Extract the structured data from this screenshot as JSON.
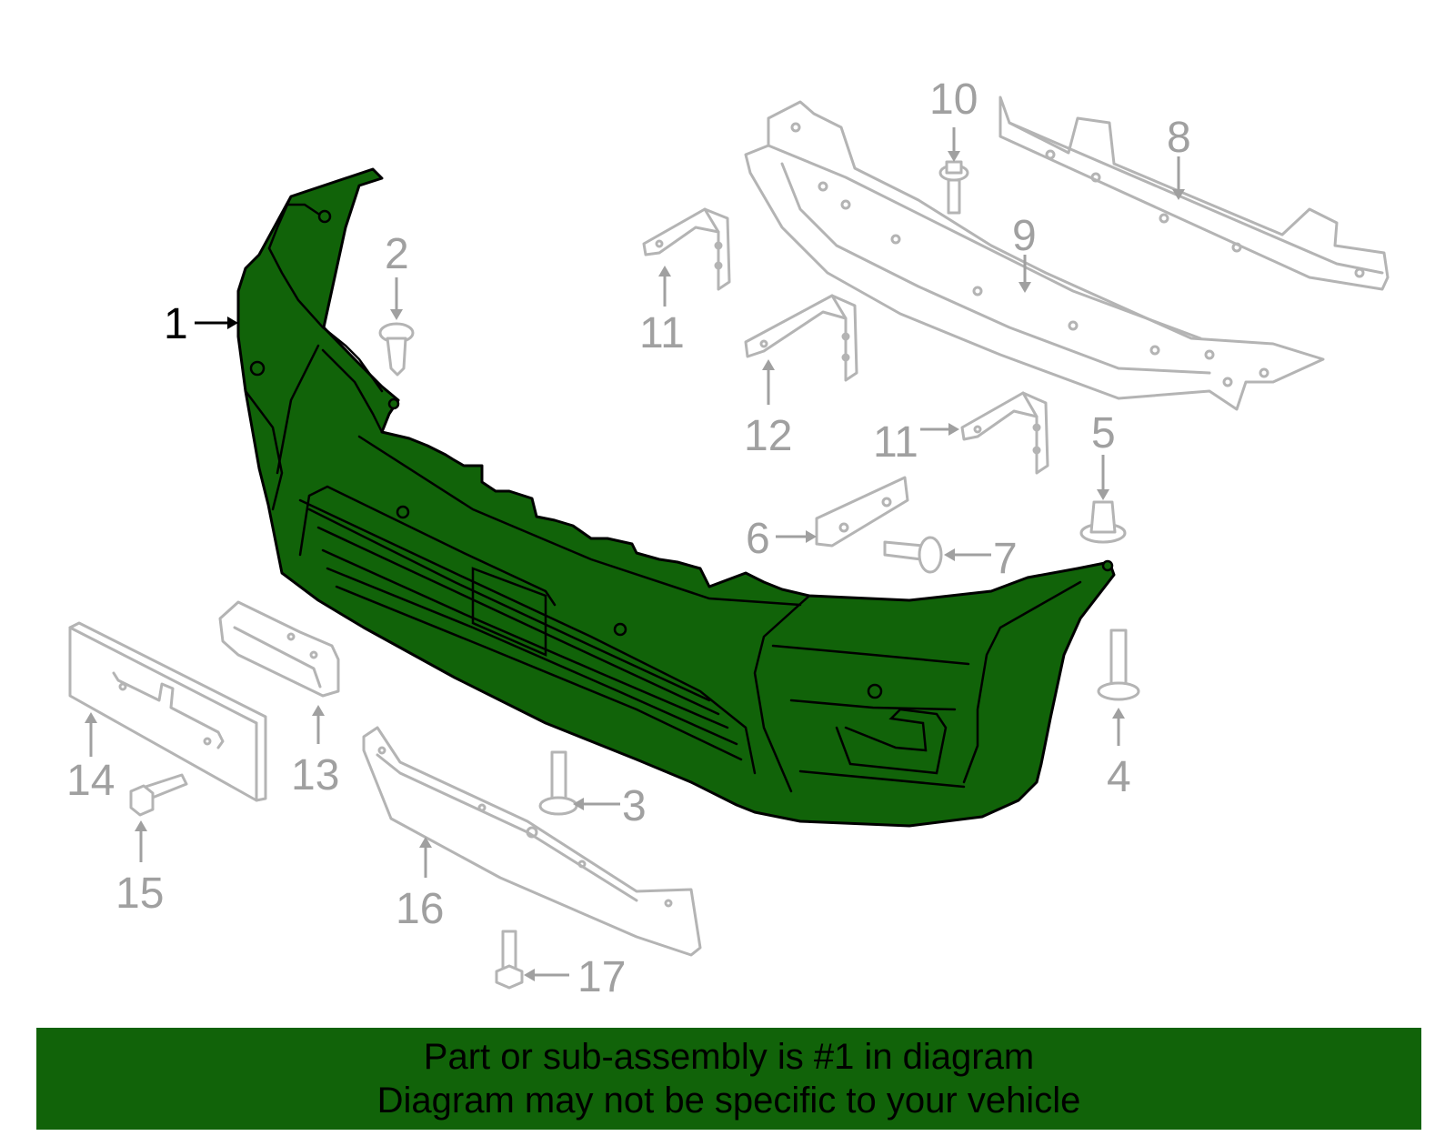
{
  "callouts": {
    "c1": "1",
    "c2": "2",
    "c3": "3",
    "c4": "4",
    "c5": "5",
    "c6": "6",
    "c7": "7",
    "c8": "8",
    "c9": "9",
    "c10": "10",
    "c11a": "11",
    "c11b": "11",
    "c12": "12",
    "c13": "13",
    "c14": "14",
    "c15": "15",
    "c16": "16",
    "c17": "17"
  },
  "highlight": {
    "part_number": "1",
    "fill_color": "#116309"
  },
  "banner": {
    "line1": "Part or sub-assembly is #1 in diagram",
    "line2": "Diagram may not be specific to your vehicle",
    "color": "#116309"
  }
}
